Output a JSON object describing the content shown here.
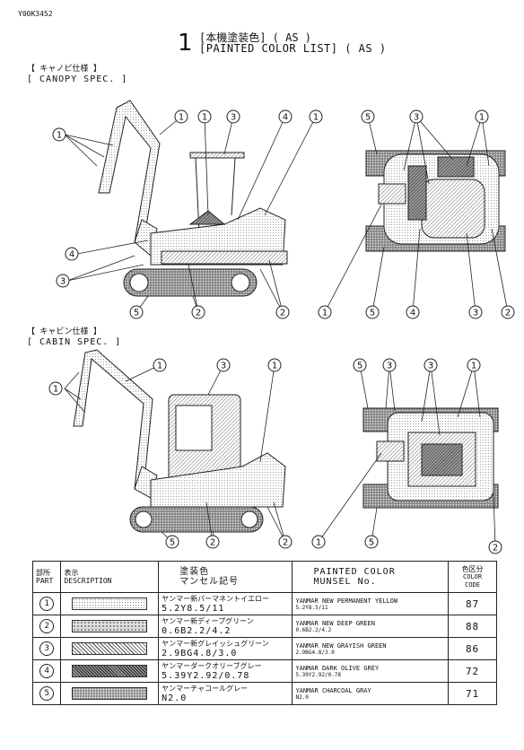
{
  "doc_id": "Y00K3452",
  "title": {
    "number": "1",
    "line1": "[本機塗装色]  ( AS )",
    "line2": "[PAINTED COLOR LIST] ( AS )"
  },
  "canopy": {
    "jp": "【 キャノピ仕様 】",
    "en": "[ CANOPY SPEC. ]"
  },
  "cabin": {
    "jp": "【 キャビン仕様 】",
    "en": "[ CABIN SPEC. ]"
  },
  "legend": {
    "headers": {
      "part_jp": "部所",
      "part_en": "PART",
      "desc_jp": "表示",
      "desc_en": "DESCRIPTION",
      "paint_jp1": "塗装色",
      "paint_jp2": "マンセル記号",
      "painted_en1": "PAINTED COLOR",
      "painted_en2": "MUNSEL No.",
      "code_jp": "色区分",
      "code_en1": "COLOR",
      "code_en2": "CODE"
    },
    "rows": [
      {
        "num": "1",
        "jp_name": "ヤンマー新パーマネントイエロー",
        "jp_munsell": "5.2Y8.5/11",
        "en_name": "YANMAR NEW PERMANENT YELLOW",
        "en_munsell": "5.2Y8.5/11",
        "code": "87"
      },
      {
        "num": "2",
        "jp_name": "ヤンマー新ディープグリーン",
        "jp_munsell": "0.6B2.2/4.2",
        "en_name": "YANMAR NEW DEEP GREEN",
        "en_munsell": "0.6B2.2/4.2",
        "code": "88"
      },
      {
        "num": "3",
        "jp_name": "ヤンマー新グレイッシュグリーン",
        "jp_munsell": "2.9BG4.8/3.0",
        "en_name": "YANMAR NEW GRAYISH GREEN",
        "en_munsell": "2.9BG4.8/3.0",
        "code": "86"
      },
      {
        "num": "4",
        "jp_name": "ヤンマーダークオリーブグレー",
        "jp_munsell": "5.39Y2.92/0.78",
        "en_name": "YANMAR DARK OLIVE GREY",
        "en_munsell": "5.39Y2.92/0.78",
        "code": "72"
      },
      {
        "num": "5",
        "jp_name": "ヤンマーチャコールグレー",
        "jp_munsell": "N2.0",
        "en_name": "YANMAR CHARCOAL GRAY",
        "en_munsell": "N2.0",
        "code": "71"
      }
    ]
  },
  "callouts": {
    "canopy_side": [
      "1",
      "1",
      "1",
      "3",
      "4",
      "1",
      "4",
      "3",
      "5",
      "2",
      "2"
    ],
    "canopy_top": [
      "5",
      "3",
      "1",
      "1",
      "5",
      "4",
      "3",
      "2"
    ],
    "cabin_side": [
      "1",
      "1",
      "3",
      "1",
      "5",
      "2",
      "2"
    ],
    "cabin_top": [
      "5",
      "3",
      "3",
      "1",
      "1",
      "5",
      "2"
    ]
  }
}
